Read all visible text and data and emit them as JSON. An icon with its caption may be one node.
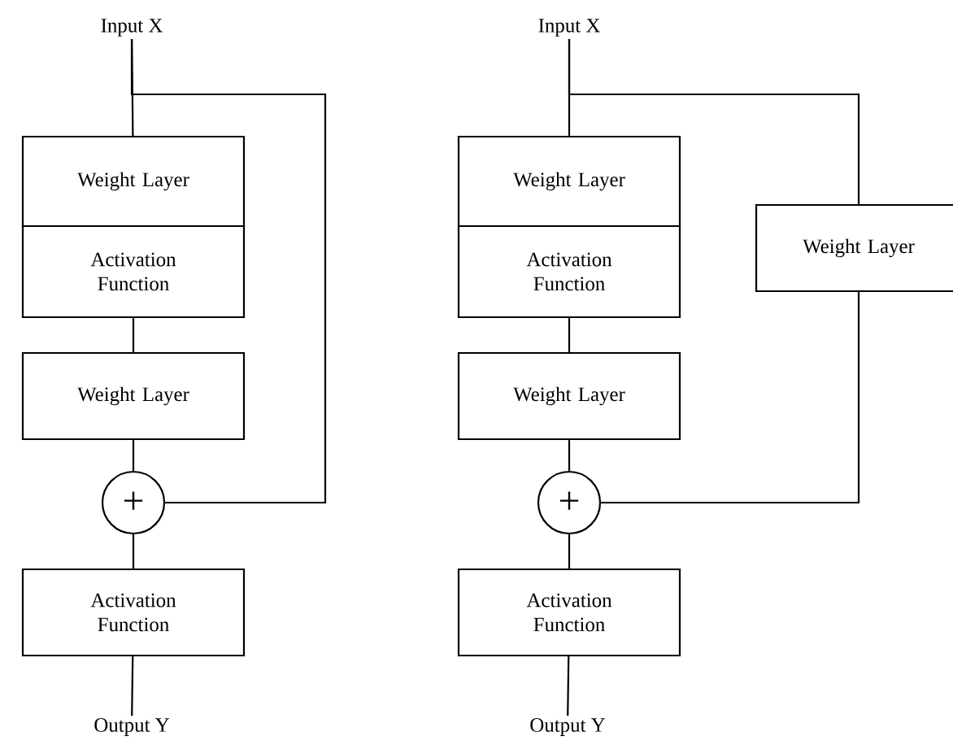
{
  "diagram": {
    "nodes": [
      {
        "text": [
          "Input X"
        ]
      },
      {
        "text": [
          "Weight Layer"
        ]
      },
      {
        "text": [
          "Activation Function"
        ]
      },
      {
        "text": [
          "Weight Layer"
        ]
      },
      {
        "text": [
          "+"
        ]
      },
      {
        "text": [
          "Activation Function"
        ]
      },
      {
        "text": [
          "Output Y"
        ]
      },
      {
        "text": [
          "Input X"
        ]
      },
      {
        "text": [
          "Weight Layer"
        ]
      },
      {
        "text": [
          "Activation Function"
        ]
      },
      {
        "text": [
          "Weight Layer"
        ]
      },
      {
        "text": [
          "Weight Layer"
        ]
      },
      {
        "text": [
          "+"
        ]
      },
      {
        "text": [
          "Activation Function"
        ]
      },
      {
        "text": [
          "Output Y"
        ]
      }
    ],
    "edges": [
      {
        "from": 0,
        "to": 1,
        "arrow": "none"
      },
      {
        "from": 0,
        "to": 4,
        "arrow": "none"
      },
      {
        "from": 2,
        "to": 3,
        "arrow": "none"
      },
      {
        "from": 3,
        "to": 4,
        "arrow": "none"
      },
      {
        "from": 4,
        "to": 5,
        "arrow": "none"
      },
      {
        "from": 5,
        "to": 6,
        "arrow": "none"
      },
      {
        "from": 7,
        "to": 8,
        "arrow": "none"
      },
      {
        "from": 7,
        "to": 11,
        "arrow": "none"
      },
      {
        "from": 11,
        "to": 12,
        "arrow": "none"
      },
      {
        "from": 9,
        "to": 10,
        "arrow": "none"
      },
      {
        "from": 10,
        "to": 12,
        "arrow": "none"
      },
      {
        "from": 12,
        "to": 13,
        "arrow": "none"
      },
      {
        "from": 13,
        "to": 14,
        "arrow": "none"
      }
    ]
  }
}
